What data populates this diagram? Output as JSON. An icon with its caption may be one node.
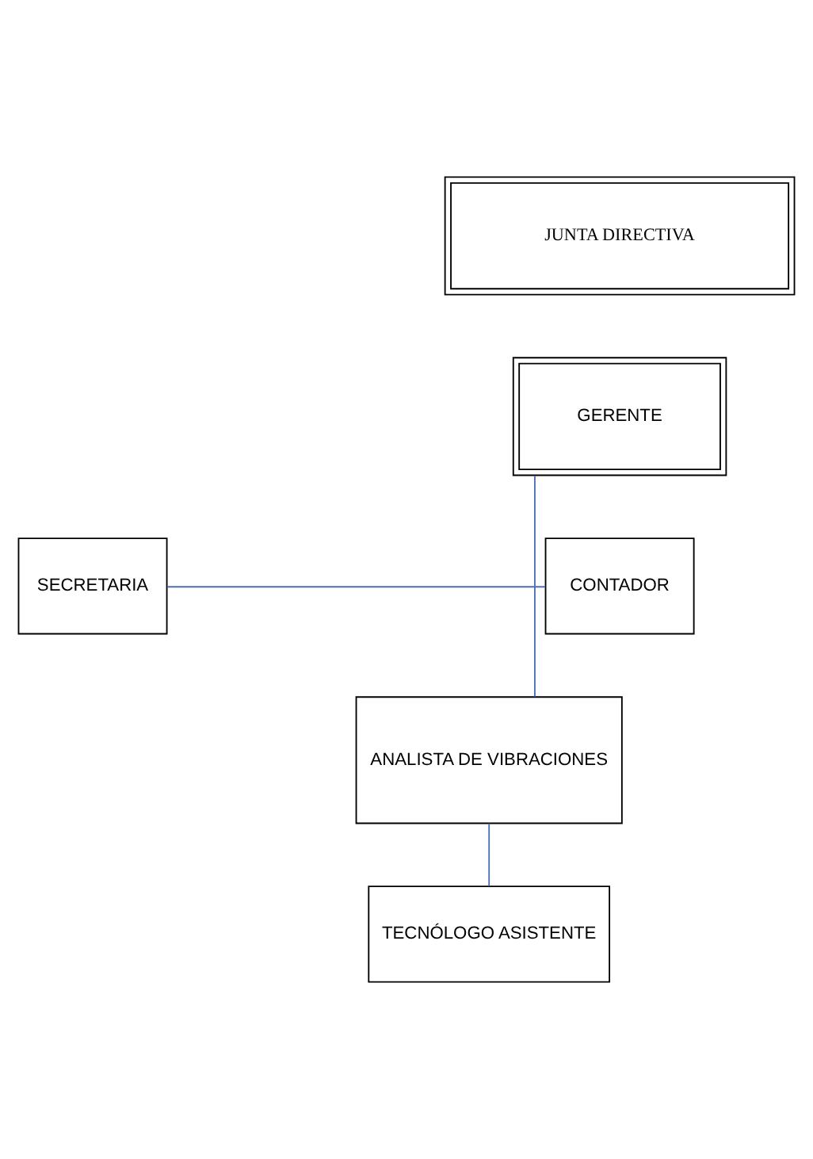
{
  "diagram": {
    "nodes": [
      {
        "text": [
          "JUNTA DIRECTIVA"
        ]
      },
      {
        "text": [
          "GERENTE"
        ]
      },
      {
        "text": [
          "SECRETARIA"
        ]
      },
      {
        "text": [
          "CONTADOR"
        ]
      },
      {
        "text": [
          "ANALISTA DE VIBRACIONES"
        ]
      },
      {
        "text": [
          "TECNÓLOGO ASISTENTE"
        ]
      }
    ],
    "edges": [
      {
        "from": 1,
        "to": 4,
        "arrow": "none"
      },
      {
        "from": 2,
        "to": 3,
        "arrow": "none"
      },
      {
        "from": 4,
        "to": 5,
        "arrow": "none"
      }
    ]
  }
}
